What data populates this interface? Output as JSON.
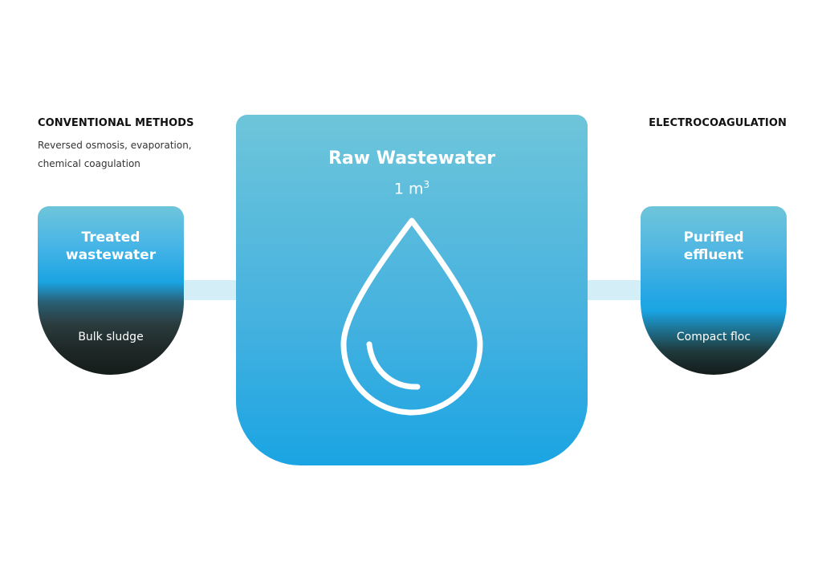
{
  "left": {
    "heading": "CONVENTIONAL METHODS",
    "subtext_line1": "Reversed osmosis, evaporation,",
    "subtext_line2": "chemical coagulation",
    "card": {
      "title_line1": "Treated",
      "title_line2": "wastewater",
      "caption": "Bulk sludge"
    }
  },
  "right": {
    "heading": "ELECTROCOAGULATION",
    "card": {
      "title_line1": "Purified",
      "title_line2": "effluent",
      "caption": "Compact floc"
    }
  },
  "center": {
    "title": "Raw Wastewater",
    "volume_value": "1 m",
    "volume_exponent": "3",
    "icon": "water-drop-icon"
  },
  "colors": {
    "card_top": "#6ec5da",
    "card_bottom": "#1aa4e3",
    "sludge_dark": "#151d1b",
    "connector": "#d4eef7"
  }
}
